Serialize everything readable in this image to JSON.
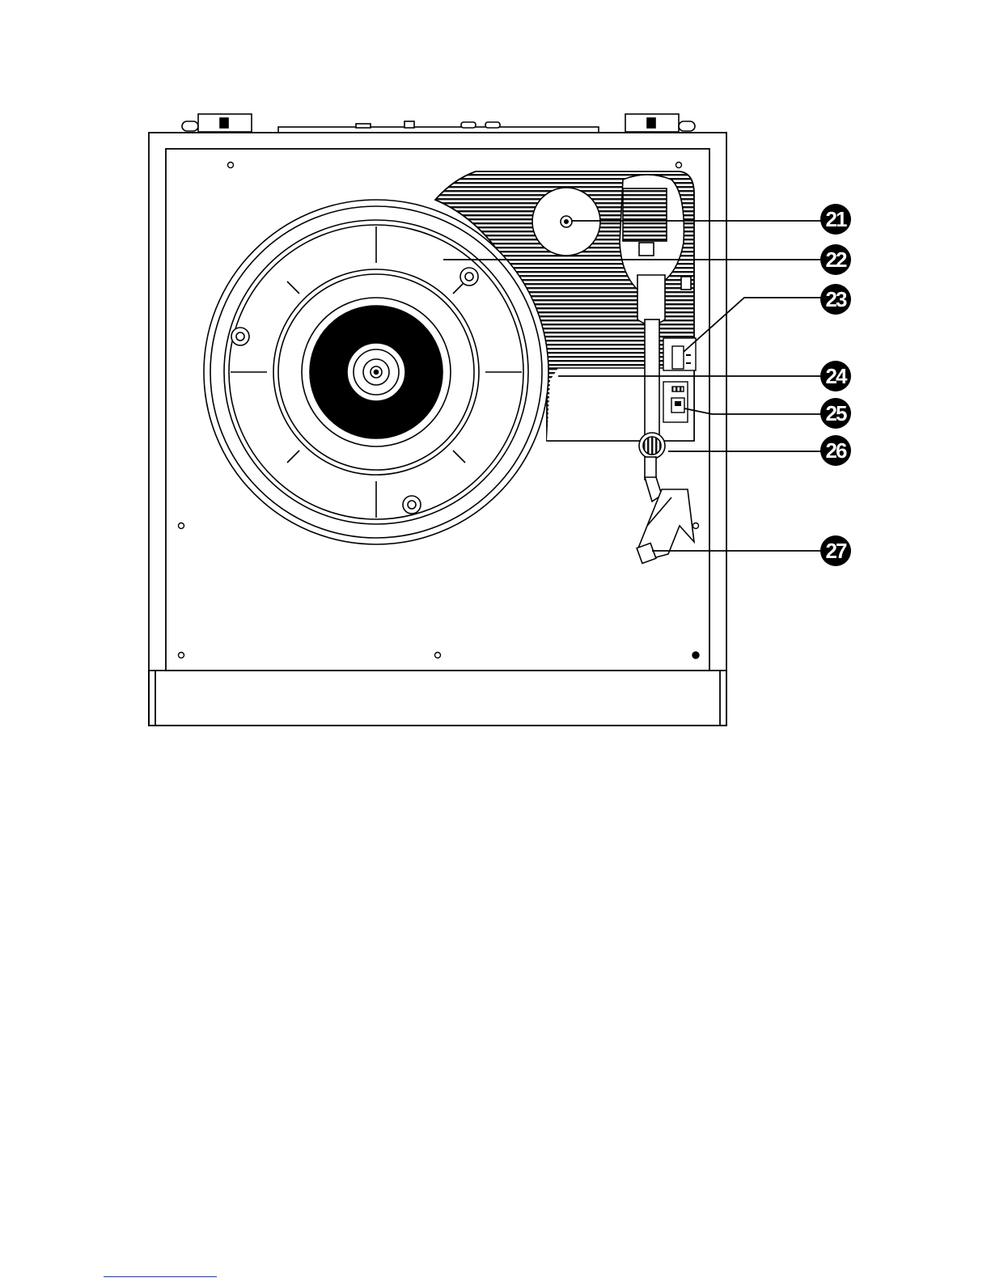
{
  "diagram": {
    "callouts": [
      {
        "id": "callout-21",
        "label": "21"
      },
      {
        "id": "callout-22",
        "label": "22"
      },
      {
        "id": "callout-23",
        "label": "23"
      },
      {
        "id": "callout-24",
        "label": "24"
      },
      {
        "id": "callout-25",
        "label": "25"
      },
      {
        "id": "callout-26",
        "label": "26"
      },
      {
        "id": "callout-27",
        "label": "27"
      }
    ]
  },
  "colors": {
    "line": "#000000",
    "callout_fill": "#000000",
    "callout_text": "#ffffff",
    "footnote_rule": "#2233cc"
  }
}
